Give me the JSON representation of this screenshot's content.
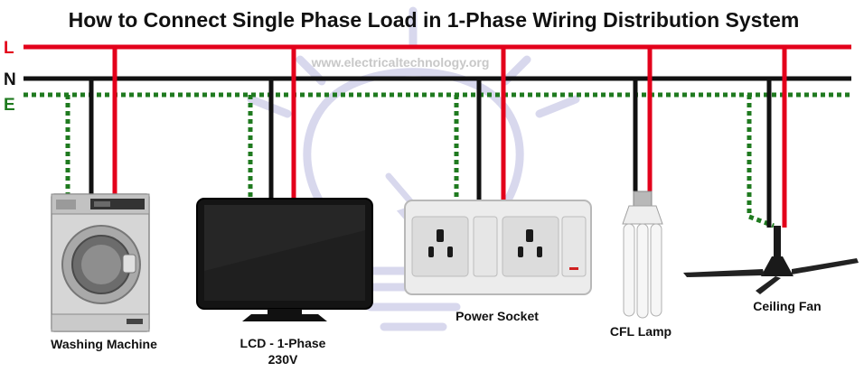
{
  "title": "How to Connect Single Phase Load in 1-Phase Wiring Distribution System",
  "watermark": "www.electricaltechnology.org",
  "buses": {
    "line": {
      "label": "L",
      "color": "#e3001b"
    },
    "neutral": {
      "label": "N",
      "color": "#111111"
    },
    "earth": {
      "label": "E",
      "color": "#1f7a1f"
    }
  },
  "loads": {
    "washing_machine": {
      "label": "Washing Machine"
    },
    "lcd": {
      "label_line1": "LCD - 1-Phase",
      "label_line2": "230V"
    },
    "power_socket": {
      "label": "Power Socket"
    },
    "cfl_lamp": {
      "label": "CFL Lamp"
    },
    "ceiling_fan": {
      "label": "Ceiling Fan"
    }
  }
}
